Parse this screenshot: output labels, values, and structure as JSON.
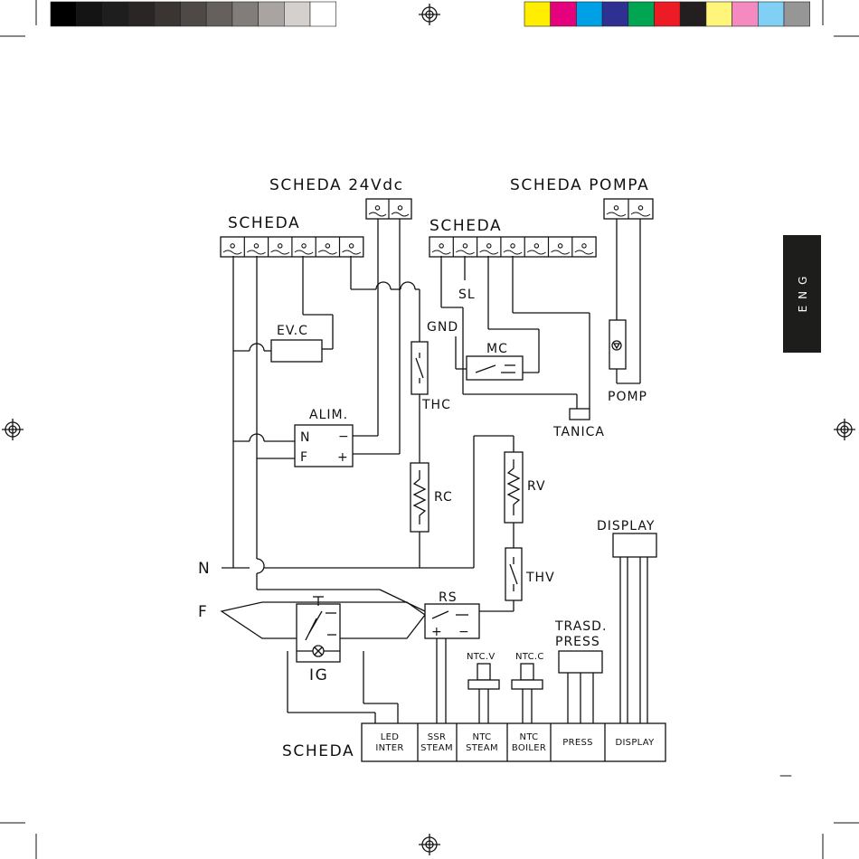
{
  "color_bars": {
    "grays": [
      "#000000",
      "#141414",
      "#1e1e1e",
      "#2a2625",
      "#3a3433",
      "#4e4846",
      "#655f5d",
      "#827d7b",
      "#a9a4a2",
      "#d4d0ce",
      "#ffffff"
    ],
    "colors": [
      "#ffee00",
      "#e5007e",
      "#00a0e6",
      "#2e3192",
      "#00a651",
      "#ed1c24",
      "#231f20",
      "#fff57a",
      "#f58ac0",
      "#7fd0f4",
      "#969696"
    ]
  },
  "side_tab": {
    "label": "ENG",
    "bg": "#1d1d1b"
  },
  "page_mark": "—",
  "diagram": {
    "top_labels": {
      "scheda_24": "SCHEDA 24Vdc",
      "scheda_pompa": "SCHEDA POMPA",
      "scheda_left": "SCHEDA",
      "scheda_mid": "SCHEDA",
      "scheda_bottom": "SCHEDA"
    },
    "components": {
      "evc": "EV.C",
      "alim": "ALIM.",
      "alim_n": "N",
      "alim_f": "F",
      "alim_minus": "−",
      "alim_plus": "+",
      "thc": "THC",
      "rc": "RC",
      "rv": "RV",
      "thv": "THV",
      "rs": "RS",
      "rs_plus": "+",
      "rs_minus": "−",
      "ig": "IG",
      "mc": "MC",
      "sl": "SL",
      "gnd": "GND",
      "tanica": "TANICA",
      "pomp": "POMP",
      "display": "DISPLAY",
      "trasd_1": "TRASD.",
      "trasd_2": "PRESS",
      "ntcv": "NTC.V",
      "ntcc": "NTC.C",
      "n": "N",
      "f": "F"
    },
    "board_cells": [
      {
        "l1": "LED",
        "l2": "INTER"
      },
      {
        "l1": "SSR",
        "l2": "STEAM"
      },
      {
        "l1": "NTC",
        "l2": "STEAM"
      },
      {
        "l1": "NTC",
        "l2": "BOILER"
      },
      {
        "l1": "PRESS",
        "l2": ""
      },
      {
        "l1": "DISPLAY",
        "l2": ""
      }
    ]
  }
}
